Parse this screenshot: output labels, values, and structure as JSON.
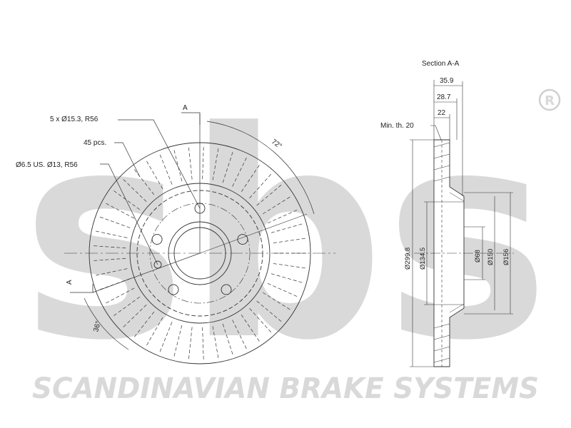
{
  "brand": {
    "watermark": "sbs",
    "registered_mark": "R",
    "footer": "SCANDINAVIAN BRAKE SYSTEMS",
    "colors": {
      "watermark": "#d9d9d9",
      "ink": "#222222"
    }
  },
  "front_view": {
    "callouts": {
      "bolt_holes": "5 x Ø15.3, R56",
      "vanes": "45 pcs.",
      "pin_holes": "Ø6.5 US. Ø13, R56"
    },
    "section_mark_top": "A",
    "section_mark_left": "A",
    "angle_top": "72°",
    "angle_bottom": "36°",
    "vane_count": 45,
    "bolt_hole_count": 5
  },
  "section_view": {
    "title": "Section A-A",
    "min_thickness": "Min. th. 20",
    "dims_horizontal": [
      "35.9",
      "28.7",
      "22"
    ],
    "dims_vertical": [
      "Ø299.8",
      "Ø134.5",
      "Ø68",
      "Ø150",
      "Ø156"
    ]
  }
}
